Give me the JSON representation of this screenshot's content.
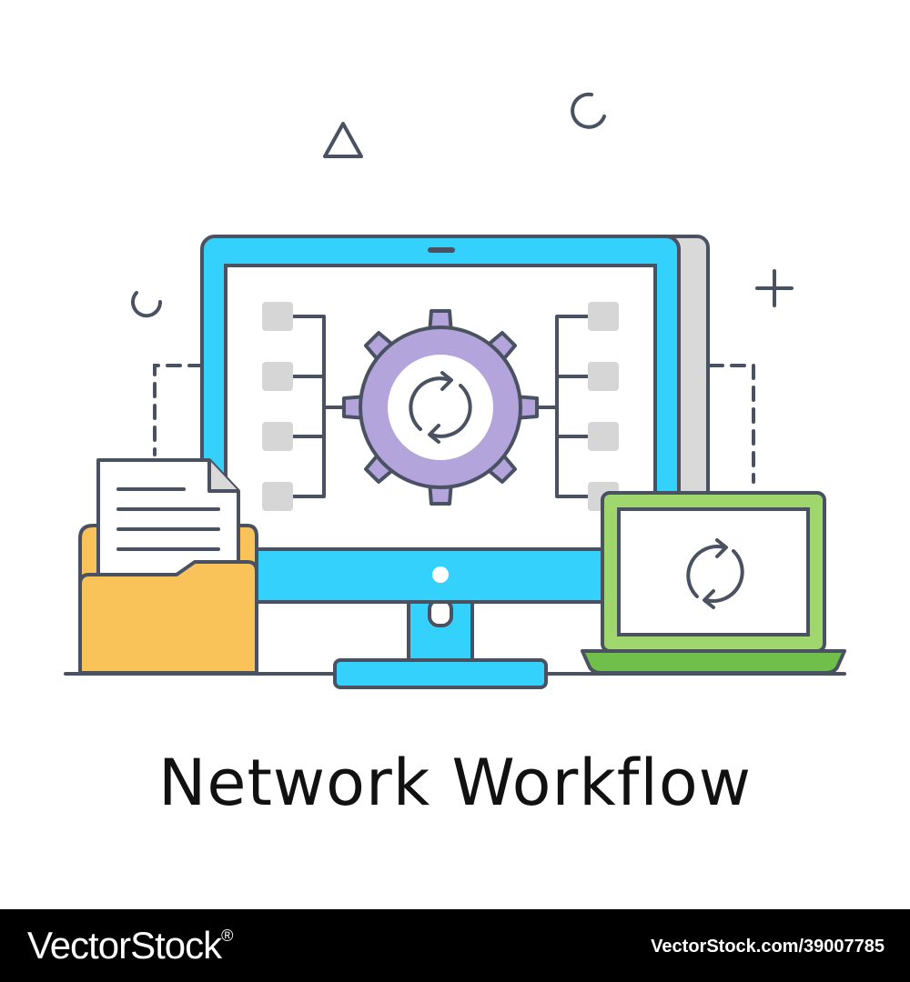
{
  "illustration": {
    "caption": "Network Workflow",
    "icons": {
      "monitor": "monitor-icon",
      "gear": "gear-icon",
      "refresh": "refresh-icon",
      "folder": "folder-icon",
      "document": "document-icon",
      "laptop": "laptop-icon",
      "triangle": "triangle-icon",
      "ring": "ring-icon",
      "plus": "plus-icon"
    },
    "colors": {
      "outline": "#4a5262",
      "monitor_blue": "#33d1fb",
      "gear_purple": "#b3a4dc",
      "folder_yellow": "#f9c35a",
      "laptop_green": "#9fd76e",
      "node_gray": "#d6d6d6"
    }
  },
  "watermark": {
    "brand": "VectorStock",
    "trademark": "®",
    "image_id": "VectorStock.com/39007785"
  }
}
